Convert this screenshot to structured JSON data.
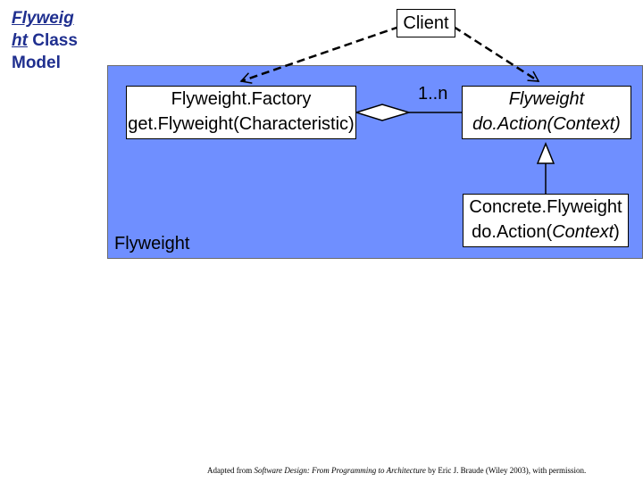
{
  "title": {
    "part1": "Flyweig",
    "part2": "ht",
    "part3": " Class Model"
  },
  "client": {
    "label": "Client"
  },
  "factory": {
    "line1": "Flyweight.Factory",
    "line2": "get.Flyweight(Characteristic)"
  },
  "multiplicity": "1..n",
  "flyweight": {
    "line1": "Flyweight",
    "line2": "do.Action(Context)"
  },
  "concrete": {
    "line1": "Concrete.Flyweight",
    "line2_prefix": "do.Action(",
    "line2_arg": "Context",
    "line2_suffix": ")"
  },
  "panel_label": "Flyweight",
  "footer": {
    "prefix": "Adapted from ",
    "book": "Software Design: From Programming to Architecture",
    "suffix": " by Eric J. Braude (Wiley 2003), with permission."
  },
  "colors": {
    "panel": "#6f8fff",
    "title": "#1f2f8f"
  }
}
